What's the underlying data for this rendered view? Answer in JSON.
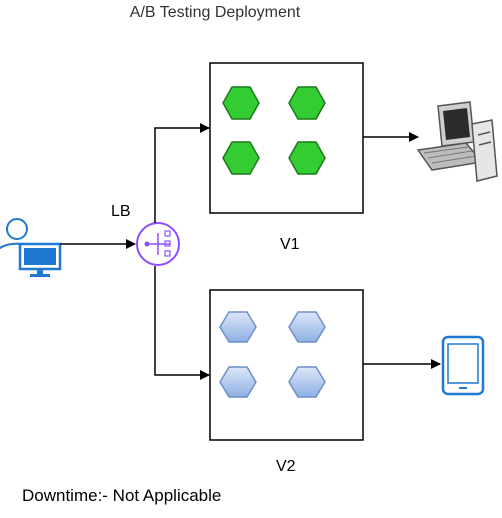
{
  "title": "A/B Testing Deployment",
  "load_balancer": {
    "label": "LB"
  },
  "versions": [
    {
      "label": "V1",
      "pod_color": "#33cc33",
      "pod_count": 4
    },
    {
      "label": "V2",
      "pod_color": "#a4bfe8",
      "pod_count": 4
    }
  ],
  "footer": {
    "downtime": "Downtime:- Not Applicable"
  },
  "colors": {
    "lb_stroke": "#8c4fff",
    "device_blue": "#1f78d1",
    "arrow": "#000000"
  },
  "icons": {
    "user": "user-with-monitor-icon",
    "load_balancer": "load-balancer-icon",
    "desktop": "desktop-computer-icon",
    "mobile": "mobile-phone-icon"
  }
}
